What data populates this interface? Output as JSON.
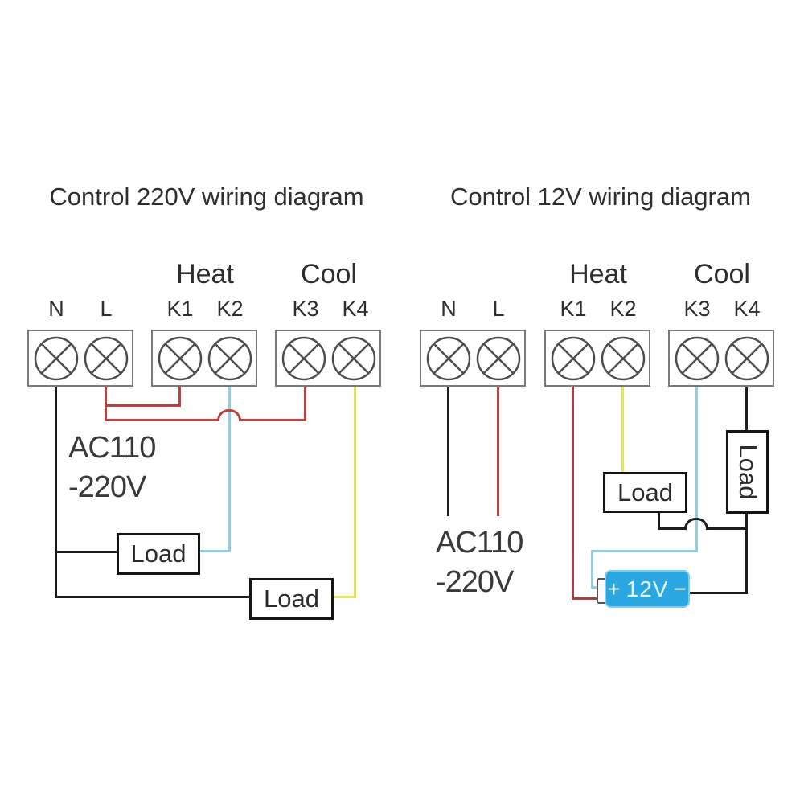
{
  "colors": {
    "wire_black": "#1c1c1c",
    "wire_red": "#b9433e",
    "wire_dark_red": "#a84240",
    "wire_blue": "#8fcfe2",
    "wire_yellow": "#e7e65a",
    "block_border": "#7a7a7a",
    "terminal_stroke": "#4d4d4d",
    "battery_fill": "#2aa7e0",
    "battery_text": "#e6f6fd"
  },
  "left_diagram": {
    "title": "Control 220V wiring diagram",
    "group_labels": {
      "heat": "Heat",
      "cool": "Cool"
    },
    "terminal_labels": [
      "N",
      "L",
      "K1",
      "K2",
      "K3",
      "K4"
    ],
    "power_source": {
      "line1": "AC110",
      "line2": "-220V"
    },
    "loads": [
      "Load",
      "Load"
    ]
  },
  "right_diagram": {
    "title": "Control 12V wiring diagram",
    "group_labels": {
      "heat": "Heat",
      "cool": "Cool"
    },
    "terminal_labels": [
      "N",
      "L",
      "K1",
      "K2",
      "K3",
      "K4"
    ],
    "power_source": {
      "line1": "AC110",
      "line2": "-220V"
    },
    "loads": [
      "Load",
      "Load"
    ],
    "battery": {
      "plus": "+",
      "label": "12V",
      "minus": "−"
    }
  }
}
